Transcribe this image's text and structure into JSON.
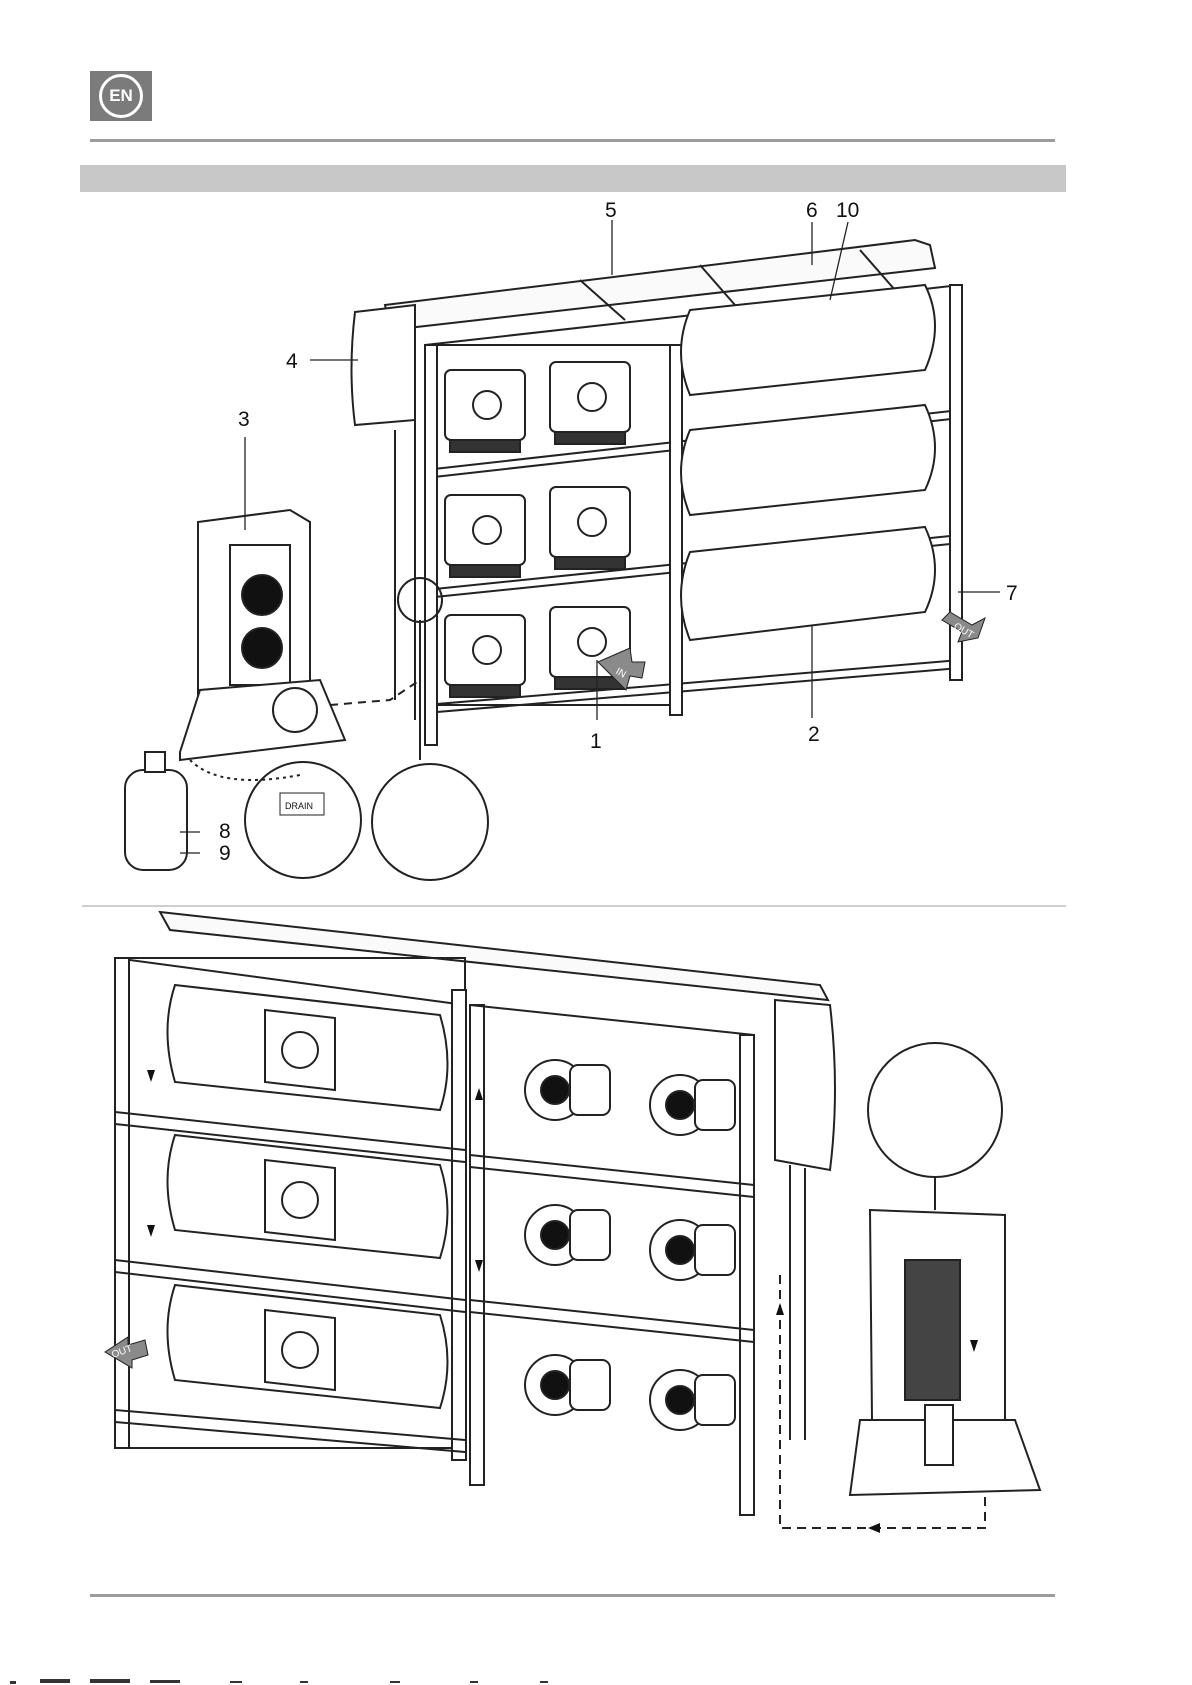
{
  "header": {
    "language_badge": "EN"
  },
  "figure_top": {
    "callouts": [
      "1",
      "2",
      "3",
      "4",
      "5",
      "6",
      "10",
      "7",
      "8",
      "9"
    ],
    "arrow_tags": {
      "in_label": "IN",
      "out_label": "OUT"
    },
    "detail_tag": "DRAIN"
  },
  "figure_bottom": {
    "arrow_tags": {
      "out_label": "OUT"
    }
  },
  "colors": {
    "badge_bg": "#7b7b7b",
    "rule": "#9c9c9c",
    "section_bar": "#c8c8c8",
    "arrow_fill": "#8a8a8a"
  }
}
